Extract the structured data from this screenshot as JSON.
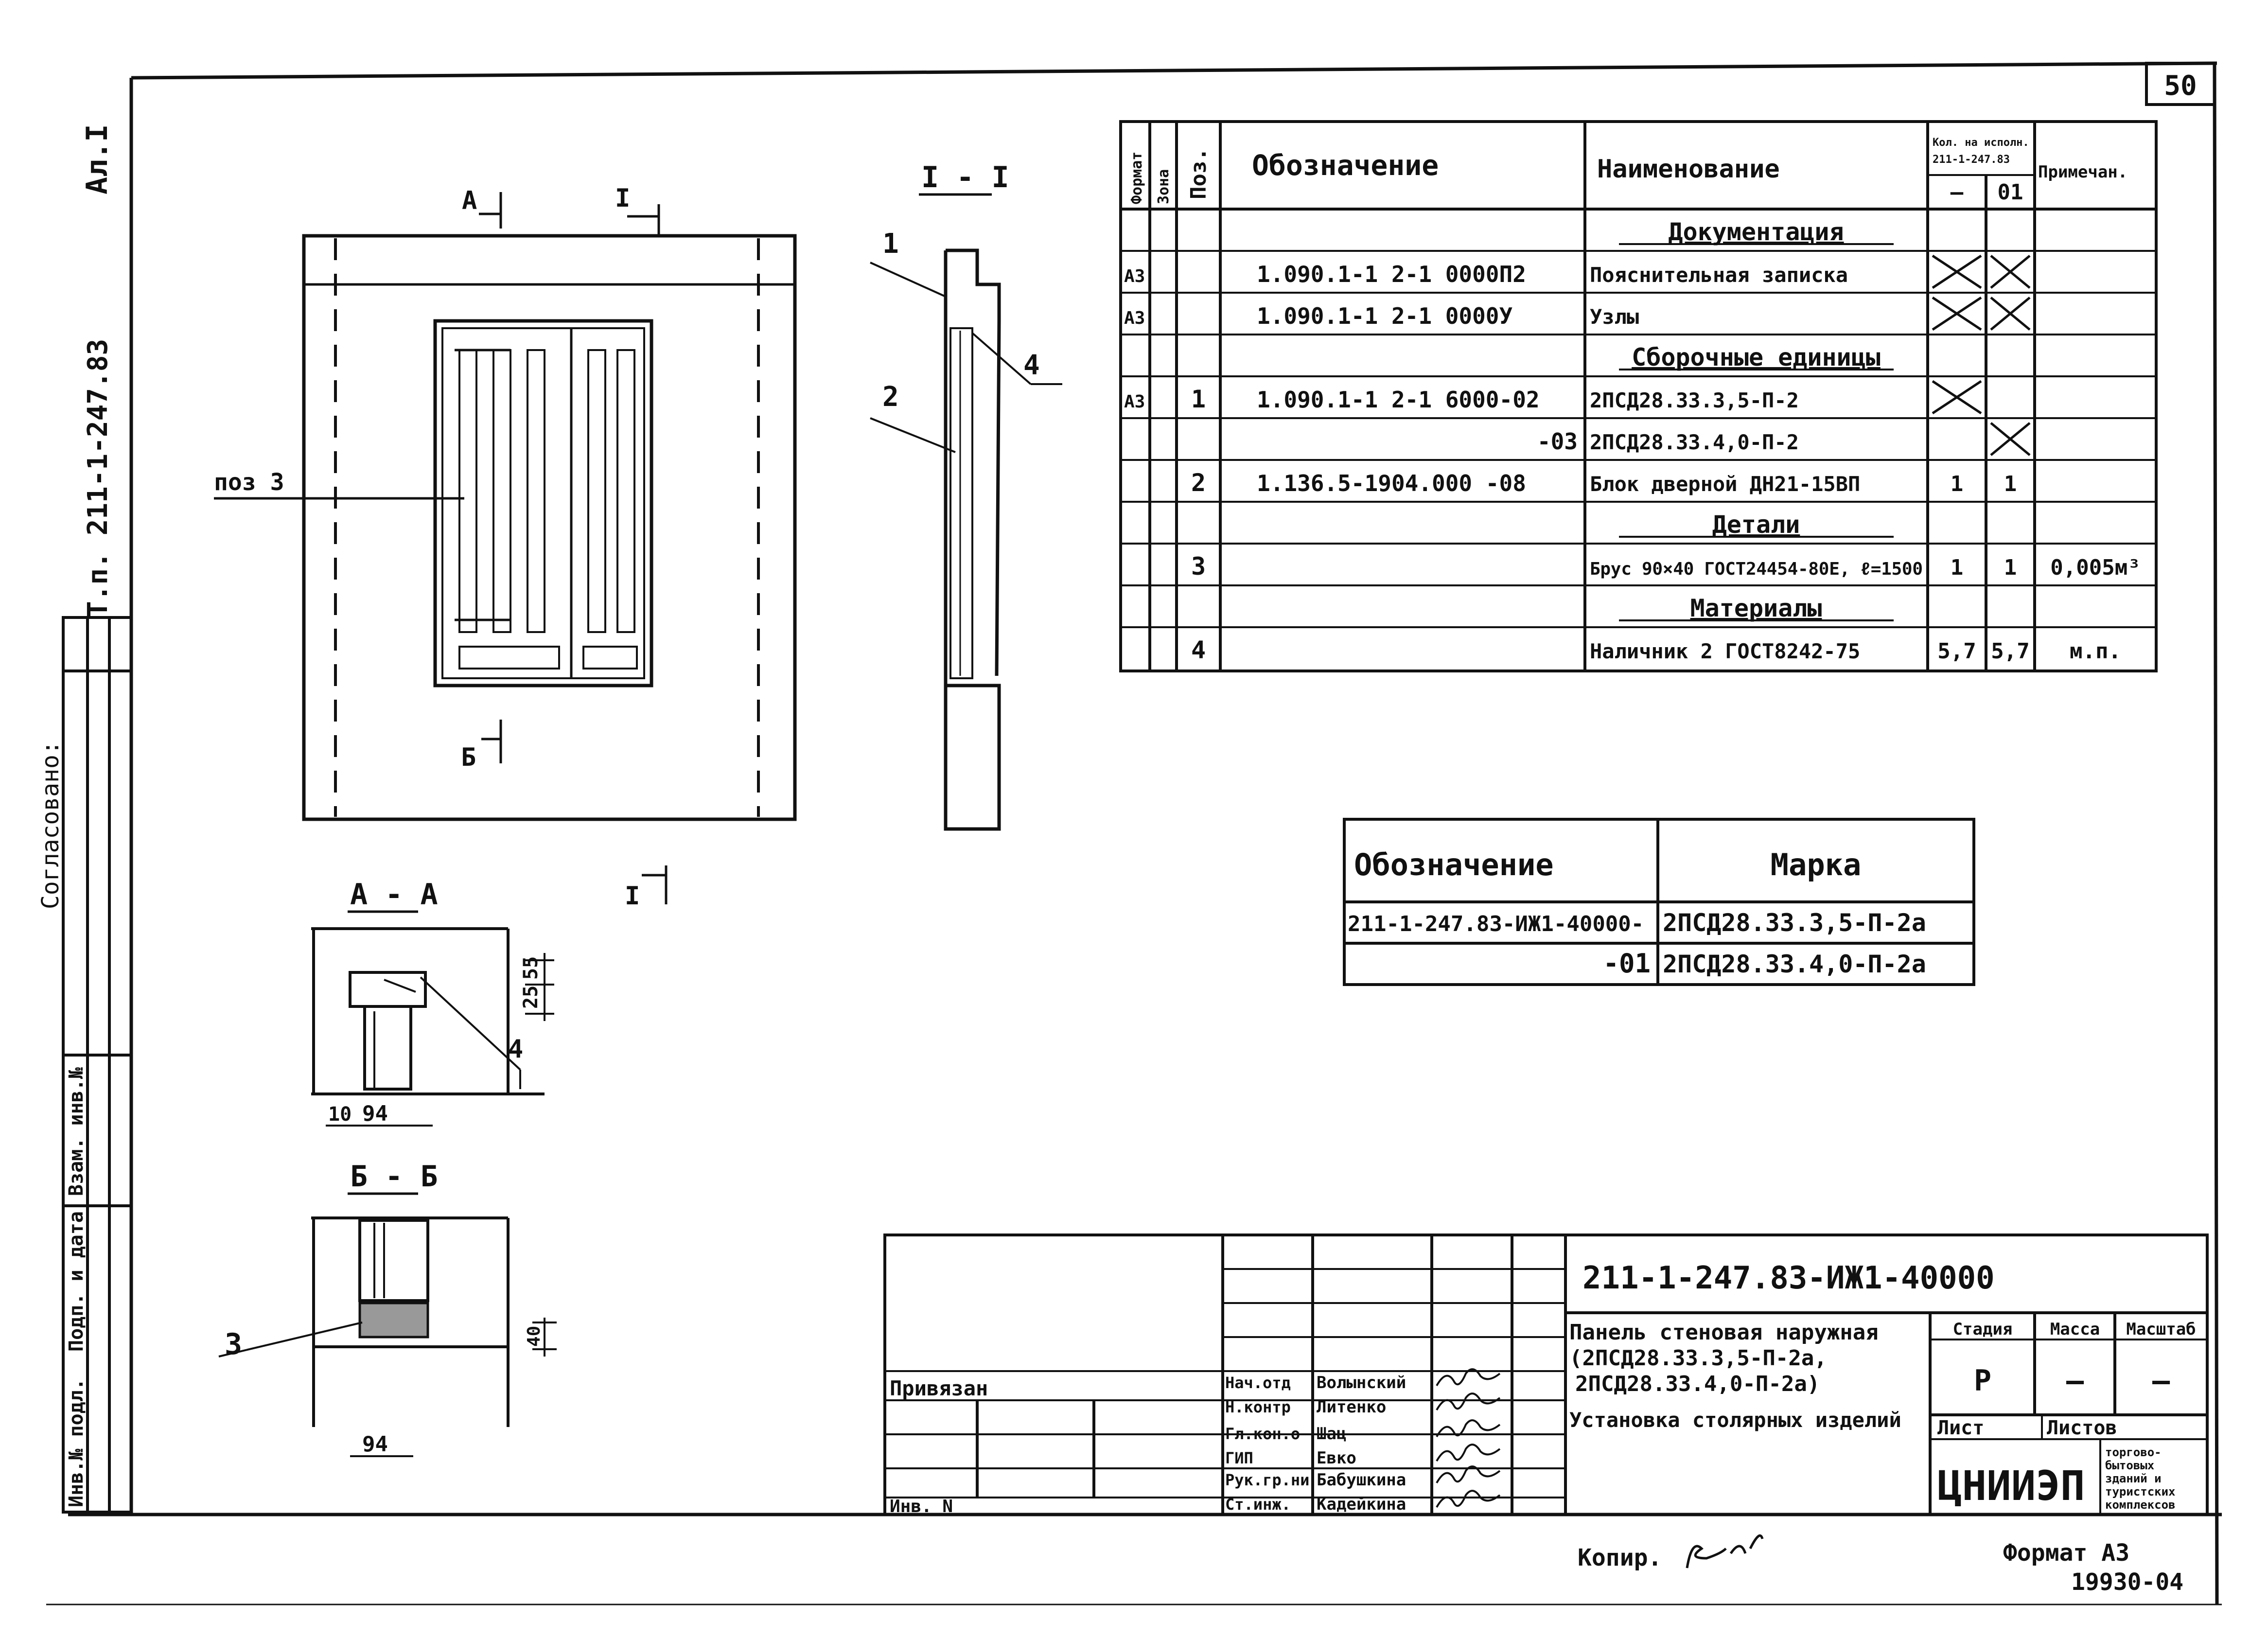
{
  "sheet_number": "50",
  "corner_code": "Ал.I",
  "project_code_vertical": "Т.п. 211-1-247.83",
  "left_margin_label": "Согласовано:",
  "stamp_columns": [
    "Инв.№ подл.",
    "Подп. и дата",
    "Взам. инв.№"
  ],
  "section_marks": {
    "a_top": "А",
    "i_top": "I",
    "b_bottom": "Б",
    "i_bottom": "I"
  },
  "section_titles": {
    "i_i": "I - I",
    "a_a": "А - А",
    "b_b": "Б - Б"
  },
  "callouts": {
    "panel_pos": "поз 3",
    "n1": "1",
    "n2": "2",
    "n3": "3",
    "n4": "4",
    "n4b": "4"
  },
  "dimensions": {
    "d_55": "55",
    "d_25": "25",
    "d_10": "10",
    "d_94a": "94",
    "d_94b": "94",
    "d_40": "40"
  },
  "spec_table": {
    "headers": {
      "format": "Формат",
      "zone": "Зона",
      "pos": "Поз.",
      "designation": "Обозначение",
      "name": "Наименование",
      "qty": "Кол. на исполн.",
      "qty_codes": "211-1-247.83",
      "qty_dash": "—",
      "qty_01": "01",
      "note": "Примечан."
    },
    "rows": [
      {
        "format": "",
        "pos": "",
        "designation": "",
        "name": "Документация",
        "q1": "",
        "q2": "",
        "note": "",
        "section": true
      },
      {
        "format": "А3",
        "pos": "",
        "designation": "1.090.1-1 2-1 0000П2",
        "name": "Пояснительная записка",
        "q1": "X",
        "q2": "X",
        "note": ""
      },
      {
        "format": "А3",
        "pos": "",
        "designation": "1.090.1-1 2-1 0000У",
        "name": "Узлы",
        "q1": "X",
        "q2": "X",
        "note": ""
      },
      {
        "format": "",
        "pos": "",
        "designation": "",
        "name": "Сборочные единицы",
        "q1": "",
        "q2": "",
        "note": "",
        "section": true
      },
      {
        "format": "А3",
        "pos": "1",
        "designation": "1.090.1-1 2-1 6000-02",
        "name": "2ПСД28.33.3,5-П-2",
        "q1": "X",
        "q2": "",
        "note": ""
      },
      {
        "format": "",
        "pos": "",
        "designation": "-03",
        "name": "2ПСД28.33.4,0-П-2",
        "q1": "",
        "q2": "X",
        "note": ""
      },
      {
        "format": "",
        "pos": "2",
        "designation": "1.136.5-1904.000    -08",
        "name": "Блок дверной ДН21-15ВП",
        "q1": "1",
        "q2": "1",
        "note": ""
      },
      {
        "format": "",
        "pos": "",
        "designation": "",
        "name": "Детали",
        "q1": "",
        "q2": "",
        "note": "",
        "section": true
      },
      {
        "format": "",
        "pos": "3",
        "designation": "",
        "name": "Брус 90×40 ГОСТ24454-80Е, ℓ=1500",
        "q1": "1",
        "q2": "1",
        "note": "0,005м³"
      },
      {
        "format": "",
        "pos": "",
        "designation": "",
        "name": "Материалы",
        "q1": "",
        "q2": "",
        "note": "",
        "section": true
      },
      {
        "format": "",
        "pos": "4",
        "designation": "",
        "name": "Наличник 2 ГОСТ8242-75",
        "q1": "5,7",
        "q2": "5,7",
        "note": "м.п."
      }
    ]
  },
  "mark_table": {
    "headers": {
      "designation": "Обозначение",
      "mark": "Марка"
    },
    "rows": [
      {
        "designation": "211-1-247.83-ИЖ1-40000-",
        "mark": "2ПСД28.33.3,5-П-2а"
      },
      {
        "designation": "-01",
        "mark": "2ПСД28.33.4,0-П-2а"
      }
    ]
  },
  "title_block": {
    "doc_code": "211-1-247.83-ИЖ1-40000",
    "title_lines": [
      "Панель стеновая наружная",
      "(2ПСД28.33.3,5-П-2а,",
      "2ПСД28.33.4,0-П-2а)",
      "Установка столярных изделий"
    ],
    "stage_label": "Стадия",
    "mass_label": "Масса",
    "scale_label": "Масштаб",
    "stage": "Р",
    "mass": "—",
    "scale": "—",
    "sheet_label": "Лист",
    "sheets_label": "Листов",
    "org": "ЦНИИЭП",
    "org_sub": [
      "торгово-",
      "бытовых",
      "зданий и",
      "туристских",
      "комплексов"
    ],
    "privyazan": "Привязан",
    "inv_no": "Инв. N",
    "staff": [
      {
        "role": "Нач.отд",
        "name": "Волынский"
      },
      {
        "role": "Н.контр",
        "name": "Литенко"
      },
      {
        "role": "Гл.кон.о",
        "name": "Шац"
      },
      {
        "role": "ГИП",
        "name": "Евко"
      },
      {
        "role": "Рук.гр.ни",
        "name": "Бабушкина"
      },
      {
        "role": "Ст.инж.",
        "name": "Кадейкина"
      }
    ]
  },
  "footer": {
    "copied_label": "Копир.",
    "format_label": "Формат А3",
    "archive_no": "19930-04"
  }
}
